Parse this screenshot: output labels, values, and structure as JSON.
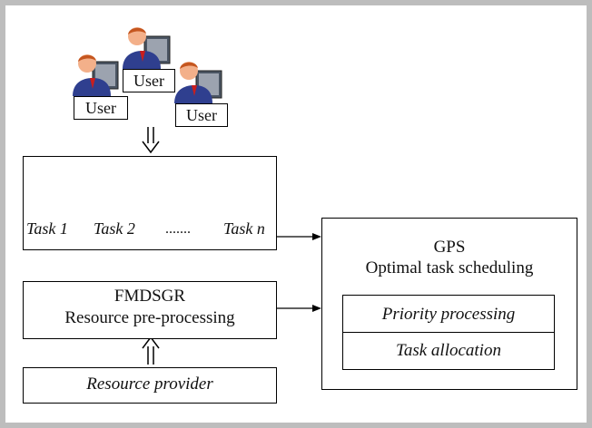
{
  "users": {
    "user_label_1": "User",
    "user_label_2": "User",
    "user_label_3": "User"
  },
  "tasks": {
    "task_1": "Task 1",
    "task_2": "Task 2",
    "ellipsis": ".......",
    "task_n": "Task n"
  },
  "fmdsgr": {
    "title": "FMDSGR",
    "subtitle": "Resource pre-processing"
  },
  "resource_provider": {
    "label": "Resource provider"
  },
  "gps": {
    "title": "GPS",
    "subtitle": "Optimal task scheduling",
    "priority_processing": "Priority processing",
    "task_allocation": "Task allocation"
  },
  "colors": {
    "border": "#000000",
    "background": "#ffffff",
    "outer_border": "#bdbdbd",
    "gear_gray": "#9a9a9a",
    "gear_gold": "#e9b824"
  }
}
